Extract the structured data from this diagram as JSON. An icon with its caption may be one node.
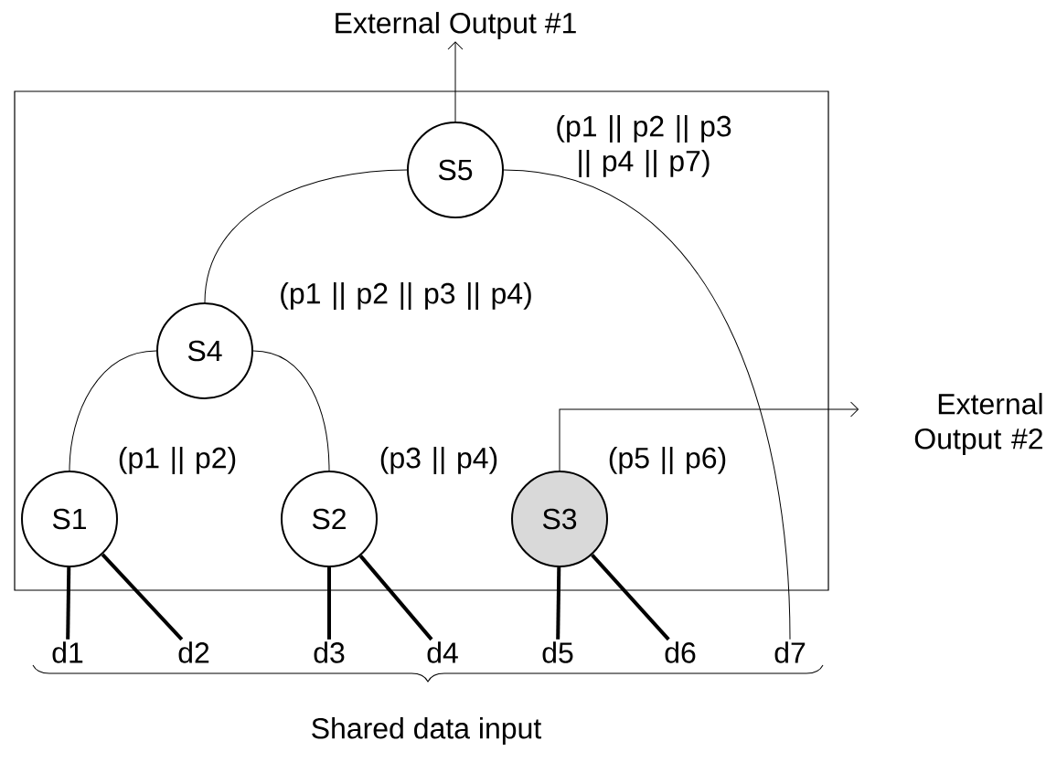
{
  "diagram": {
    "nodes": [
      {
        "text": [],
        "shape": "box"
      },
      {
        "text": [
          "S5"
        ],
        "beside": [
          "(p1 || p2 || p3 || p4 || p7)"
        ],
        "in": 0
      },
      {
        "text": [
          "S4"
        ],
        "beside": [
          "(p1 || p2 || p3 || p4)"
        ],
        "in": 0
      },
      {
        "text": [
          "S1"
        ],
        "beside": [
          "(p1 || p2)"
        ],
        "in": 0
      },
      {
        "text": [
          "S2"
        ],
        "beside": [
          "(p3 || p4)"
        ],
        "in": 0
      },
      {
        "text": [
          "S3"
        ],
        "beside": [
          "(p5 || p6)"
        ],
        "in": 0
      },
      {
        "text": [
          "External Output #1"
        ]
      },
      {
        "text": [
          "External Output #2"
        ]
      },
      {
        "text": [
          "d1"
        ]
      },
      {
        "text": [
          "d2"
        ]
      },
      {
        "text": [
          "d3"
        ]
      },
      {
        "text": [
          "d4"
        ]
      },
      {
        "text": [
          "d5"
        ]
      },
      {
        "text": [
          "d6"
        ]
      },
      {
        "text": [
          "d7"
        ]
      }
    ],
    "edges": [
      {
        "from": 2,
        "to": 1,
        "arrow": "none"
      },
      {
        "from": 3,
        "to": 2,
        "arrow": "none"
      },
      {
        "from": 4,
        "to": 2,
        "arrow": "none"
      },
      {
        "from": 14,
        "to": 1,
        "arrow": "none"
      },
      {
        "from": 1,
        "to": 6,
        "arrow": "to"
      },
      {
        "from": 5,
        "to": 7,
        "arrow": "to"
      },
      {
        "from": 8,
        "to": 3,
        "arrow": "none",
        "style": "thick"
      },
      {
        "from": 9,
        "to": 3,
        "arrow": "none",
        "style": "thick"
      },
      {
        "from": 10,
        "to": 4,
        "arrow": "none",
        "style": "thick"
      },
      {
        "from": 11,
        "to": 4,
        "arrow": "none",
        "style": "thick"
      },
      {
        "from": 12,
        "to": 5,
        "arrow": "none",
        "style": "thick"
      },
      {
        "from": 13,
        "to": 5,
        "arrow": "none",
        "style": "thick"
      }
    ],
    "labels": [
      "Shared data input"
    ]
  }
}
